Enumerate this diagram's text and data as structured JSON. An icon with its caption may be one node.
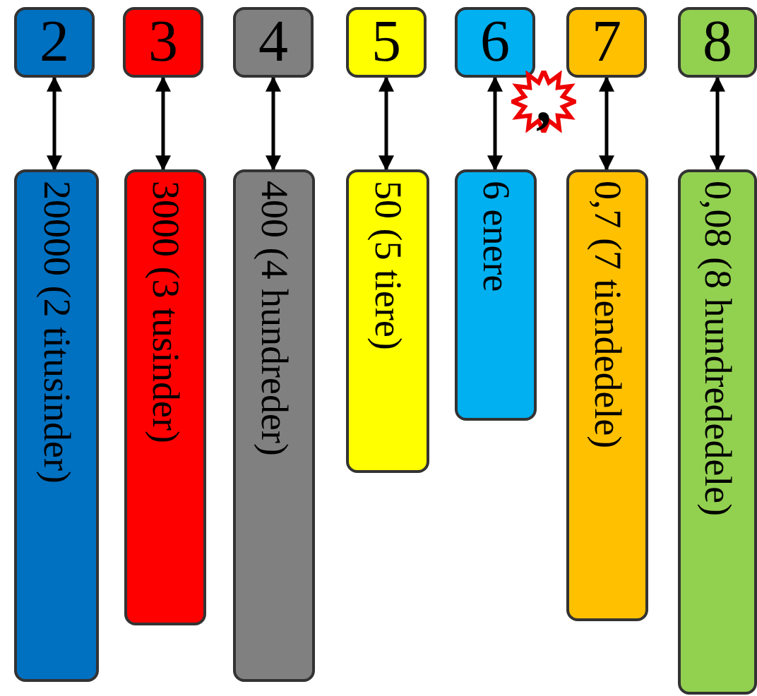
{
  "diagram": {
    "nodes": [
      {
        "text": [
          "2"
        ]
      },
      {
        "text": [
          "3"
        ]
      },
      {
        "text": [
          "4"
        ]
      },
      {
        "text": [
          "5"
        ]
      },
      {
        "text": [
          "6"
        ]
      },
      {
        "text": [
          "7"
        ]
      },
      {
        "text": [
          "8"
        ]
      },
      {
        "text": [
          ","
        ]
      },
      {
        "text": [
          "20000 (2 titusinder)"
        ]
      },
      {
        "text": [
          "3000 (3 tusinder)"
        ]
      },
      {
        "text": [
          "400 (4 hundreder)"
        ]
      },
      {
        "text": [
          "50 (5 tiere)"
        ]
      },
      {
        "text": [
          "6 enere"
        ]
      },
      {
        "text": [
          "0,7 (7 tiendedele)"
        ]
      },
      {
        "text": [
          "0,08 (8 hundrededele)"
        ]
      }
    ],
    "edges": [
      {
        "from": 0,
        "to": 8,
        "arrow": "both"
      },
      {
        "from": 1,
        "to": 9,
        "arrow": "both"
      },
      {
        "from": 2,
        "to": 10,
        "arrow": "both"
      },
      {
        "from": 3,
        "to": 11,
        "arrow": "both"
      },
      {
        "from": 4,
        "to": 12,
        "arrow": "both"
      },
      {
        "from": 5,
        "to": 13,
        "arrow": "both"
      },
      {
        "from": 6,
        "to": 14,
        "arrow": "both"
      }
    ]
  }
}
